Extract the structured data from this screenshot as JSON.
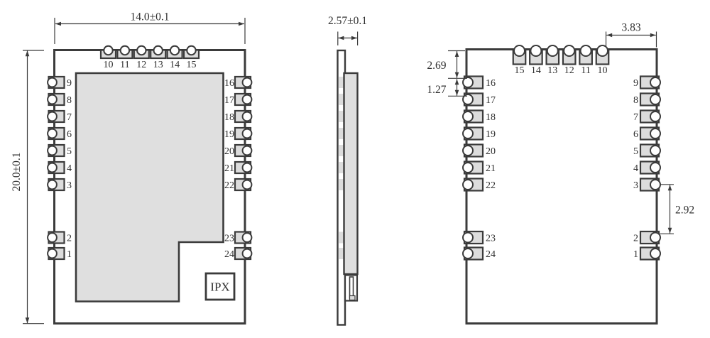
{
  "diagram": {
    "front_view": {
      "width_dim": "14.0±0.1",
      "height_dim": "20.0±0.1",
      "connector_label": "IPX",
      "top_pins": [
        "10",
        "11",
        "12",
        "13",
        "14",
        "15"
      ],
      "left_pins_upper": [
        "9",
        "8",
        "7",
        "6",
        "5",
        "4",
        "3"
      ],
      "left_pins_lower": [
        "2",
        "1"
      ],
      "right_pins_upper": [
        "16",
        "17",
        "18",
        "19",
        "20",
        "21",
        "22"
      ],
      "right_pins_lower": [
        "23",
        "24"
      ]
    },
    "side_view": {
      "thickness_dim": "2.57±0.1"
    },
    "back_view": {
      "top_offset_dim": "3.83",
      "edge_to_pin_dim": "2.69",
      "pin_pitch_dim": "1.27",
      "pin_gap_dim": "2.92",
      "top_pins": [
        "15",
        "14",
        "13",
        "12",
        "11",
        "10"
      ],
      "left_pins_upper": [
        "16",
        "17",
        "18",
        "19",
        "20",
        "21",
        "22"
      ],
      "left_pins_lower": [
        "23",
        "24"
      ],
      "right_pins_upper": [
        "9",
        "8",
        "7",
        "6",
        "5",
        "4",
        "3"
      ],
      "right_pins_lower": [
        "2",
        "1"
      ]
    },
    "colors": {
      "outline": "#3b3b3b",
      "shield_fill": "#dfdfdf",
      "pad_fill": "#dcdcdc",
      "text": "#2f2f2f",
      "background": "#ffffff"
    }
  }
}
